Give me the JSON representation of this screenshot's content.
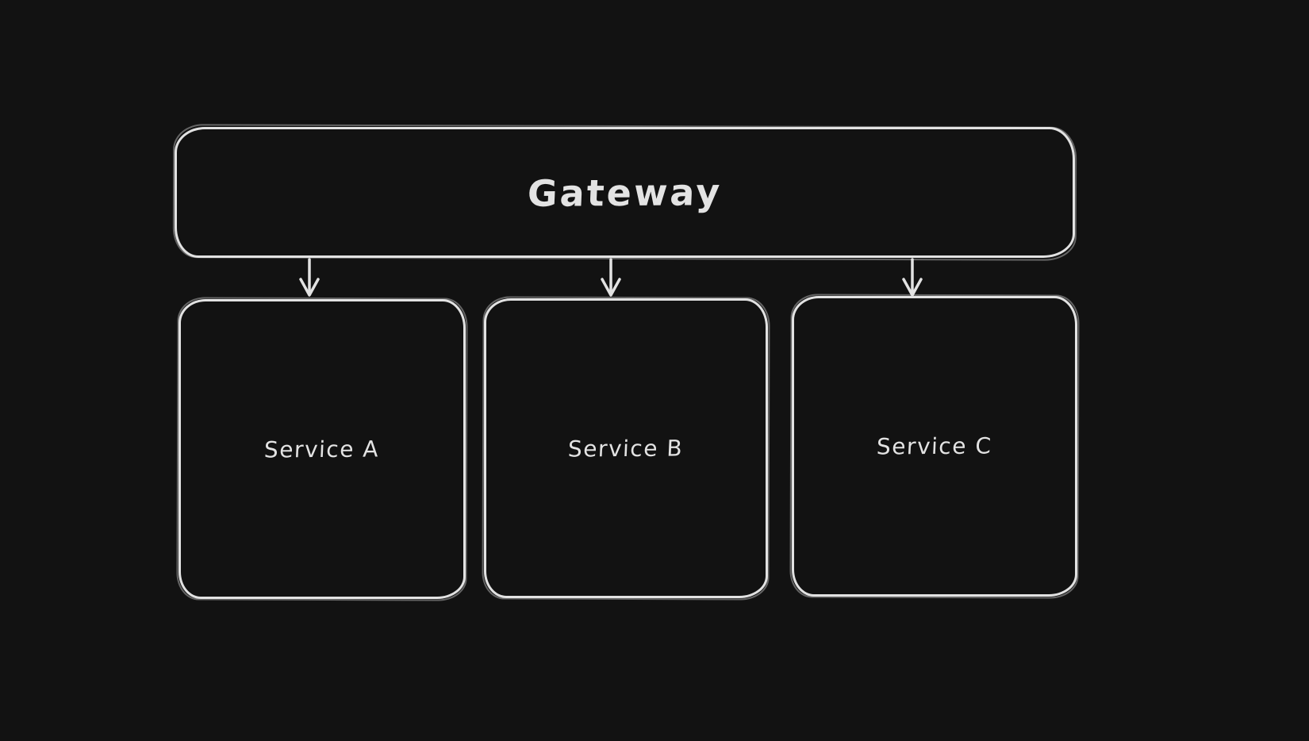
{
  "canvas": {
    "background_color": "#121212",
    "stroke_color": "#e2e2e2",
    "text_color": "#e3e3e3"
  },
  "diagram": {
    "type": "architecture-flowchart",
    "style": "hand-drawn",
    "nodes": {
      "gateway": {
        "label": "Gateway"
      },
      "service_a": {
        "label": "Service A"
      },
      "service_b": {
        "label": "Service B"
      },
      "service_c": {
        "label": "Service C"
      }
    },
    "edges": [
      {
        "from": "Gateway",
        "to": "Service A",
        "direction": "down"
      },
      {
        "from": "Gateway",
        "to": "Service B",
        "direction": "down"
      },
      {
        "from": "Gateway",
        "to": "Service C",
        "direction": "down"
      }
    ]
  }
}
